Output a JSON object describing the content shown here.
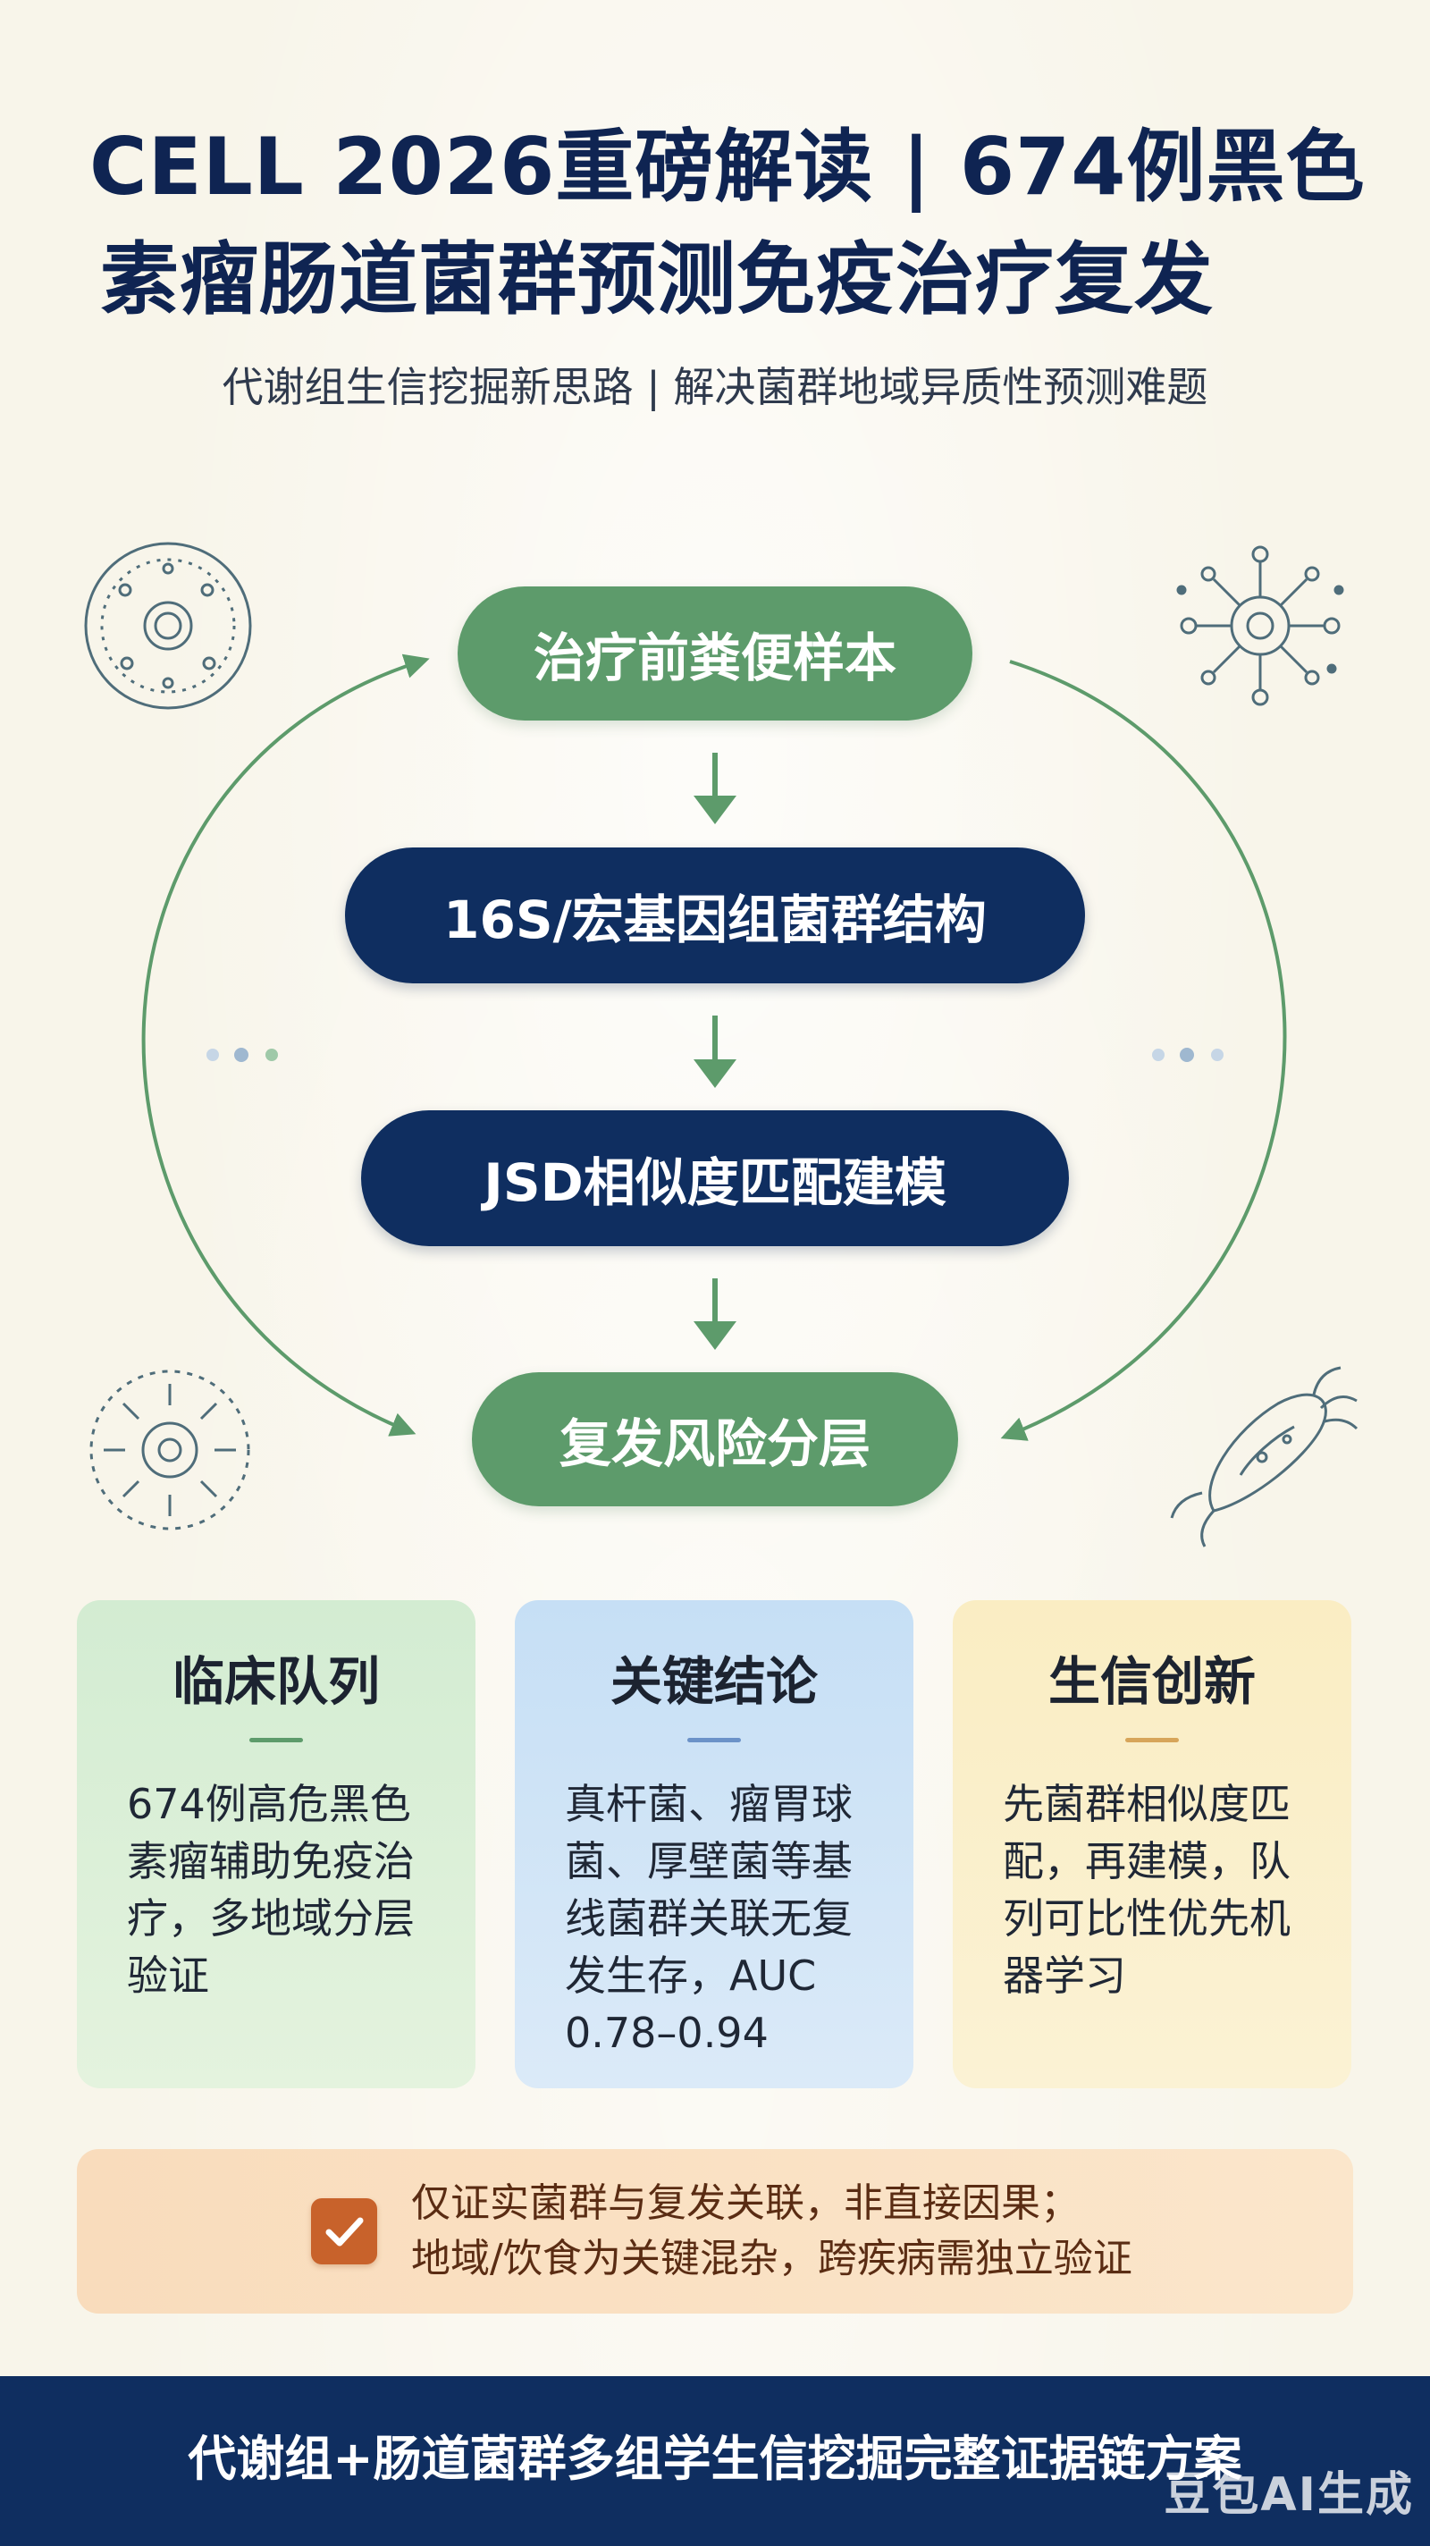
{
  "header": {
    "title_line1": "CELL 2026重磅解读 | 674例黑色",
    "title_line2": "素瘤肠道菌群预测免疫治疗复发",
    "subtitle": "代谢组生信挖掘新思路 | 解决菌群地域异质性预测难题"
  },
  "flow": {
    "steps": [
      {
        "label": "治疗前粪便样本",
        "style": "green"
      },
      {
        "label": "16S/宏基因组菌群结构",
        "style": "navy"
      },
      {
        "label": "JSD相似度匹配建模",
        "style": "navy"
      },
      {
        "label": "复发风险分层",
        "style": "green"
      }
    ]
  },
  "cards": [
    {
      "title": "临床队列",
      "body": "674例高危黑色素瘤辅助免疫治疗，多地域分层验证"
    },
    {
      "title": "关键结论",
      "body": "真杆菌、瘤胃球菌、厚壁菌等基线菌群关联无复发生存，AUC 0.78–0.94"
    },
    {
      "title": "生信创新",
      "body": "先菌群相似度匹配，再建模，队列可比性优先机器学习"
    }
  ],
  "note": {
    "line1": "仅证实菌群与复发关联，非直接因果；",
    "line2": "地域/饮食为关键混杂，跨疾病需独立验证",
    "icon": "check-icon"
  },
  "footer": {
    "text": "代谢组+肠道菌群多组学生信挖掘完整证据链方案",
    "watermark": "豆包AI生成"
  },
  "colors": {
    "navy": "#0f2e60",
    "green": "#5d9b6b",
    "orange": "#c8622b",
    "background": "#f8f5ea"
  }
}
